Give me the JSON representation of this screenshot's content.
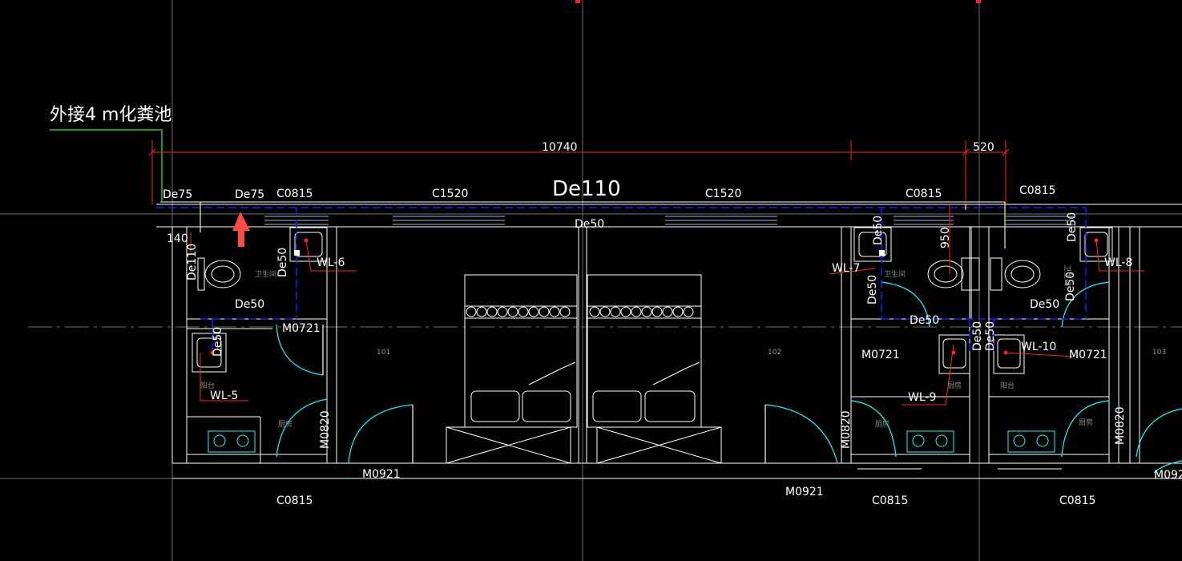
{
  "drawing": {
    "external_note": "外接4 m化粪池",
    "main_pipe": "De110",
    "branch_pipe_de50": "De50",
    "pipe_de75": "De75",
    "pipe_de110": "De110",
    "dim_total": "10740",
    "dim_520": "520",
    "dim_140": "140",
    "dim_950": "950",
    "windows": {
      "c0815": "C0815",
      "c1520": "C1520"
    },
    "doors": {
      "m0721": "M0721",
      "m0820": "M0820",
      "m0921": "M0921",
      "m092_partial": "M092"
    },
    "risers": {
      "wl5": "WL-5",
      "wl6": "WL-6",
      "wl7": "WL-7",
      "wl8": "WL-8",
      "wl9": "WL-9",
      "wl10": "WL-10"
    },
    "rooms": {
      "r101": "101",
      "r102": "102",
      "r103": "103",
      "bathroom": "卫生间",
      "kitchen": "厨房",
      "balcony": "阳台"
    },
    "colors": {
      "background": "#000000",
      "wall": "#ffffff",
      "drain_pipe": "#1a1aff",
      "riser_leader": "#ff2020",
      "dimension": "#ff2020",
      "door": "#00ffff",
      "external_pipe": "#22cc22",
      "vent_pipe": "#ffff44",
      "grid": "#6e6e6e"
    }
  }
}
